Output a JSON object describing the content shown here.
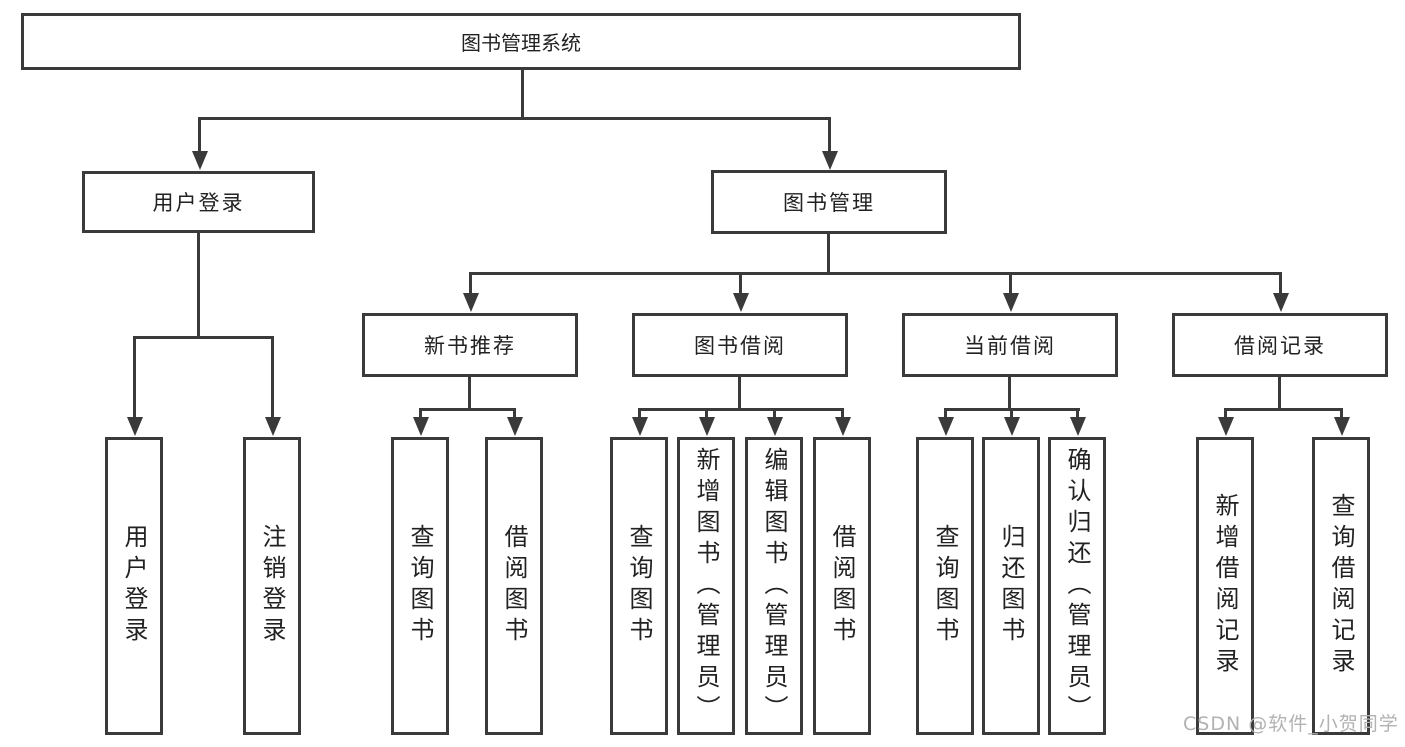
{
  "tree": {
    "label": "图书管理系统",
    "children": [
      {
        "label": "用户登录",
        "children": [
          {
            "label": "用户登录"
          },
          {
            "label": "注销登录"
          }
        ]
      },
      {
        "label": "图书管理",
        "children": [
          {
            "label": "新书推荐",
            "children": [
              {
                "label": "查询图书"
              },
              {
                "label": "借阅图书"
              }
            ]
          },
          {
            "label": "图书借阅",
            "children": [
              {
                "label": "查询图书"
              },
              {
                "label": "新增图书（管理员）"
              },
              {
                "label": "编辑图书（管理员）"
              },
              {
                "label": "借阅图书"
              }
            ]
          },
          {
            "label": "当前借阅",
            "children": [
              {
                "label": "查询图书"
              },
              {
                "label": "归还图书"
              },
              {
                "label": "确认归还（管理员）"
              }
            ]
          },
          {
            "label": "借阅记录",
            "children": [
              {
                "label": "新增借阅记录"
              },
              {
                "label": "查询借阅记录"
              }
            ]
          }
        ]
      }
    ]
  },
  "watermark": {
    "text": "CSDN @软件_小贺同学"
  },
  "colors": {
    "line": "#3a3a3a",
    "text": "#222222",
    "watermark": "#b2b2b2",
    "background": "#ffffff"
  }
}
